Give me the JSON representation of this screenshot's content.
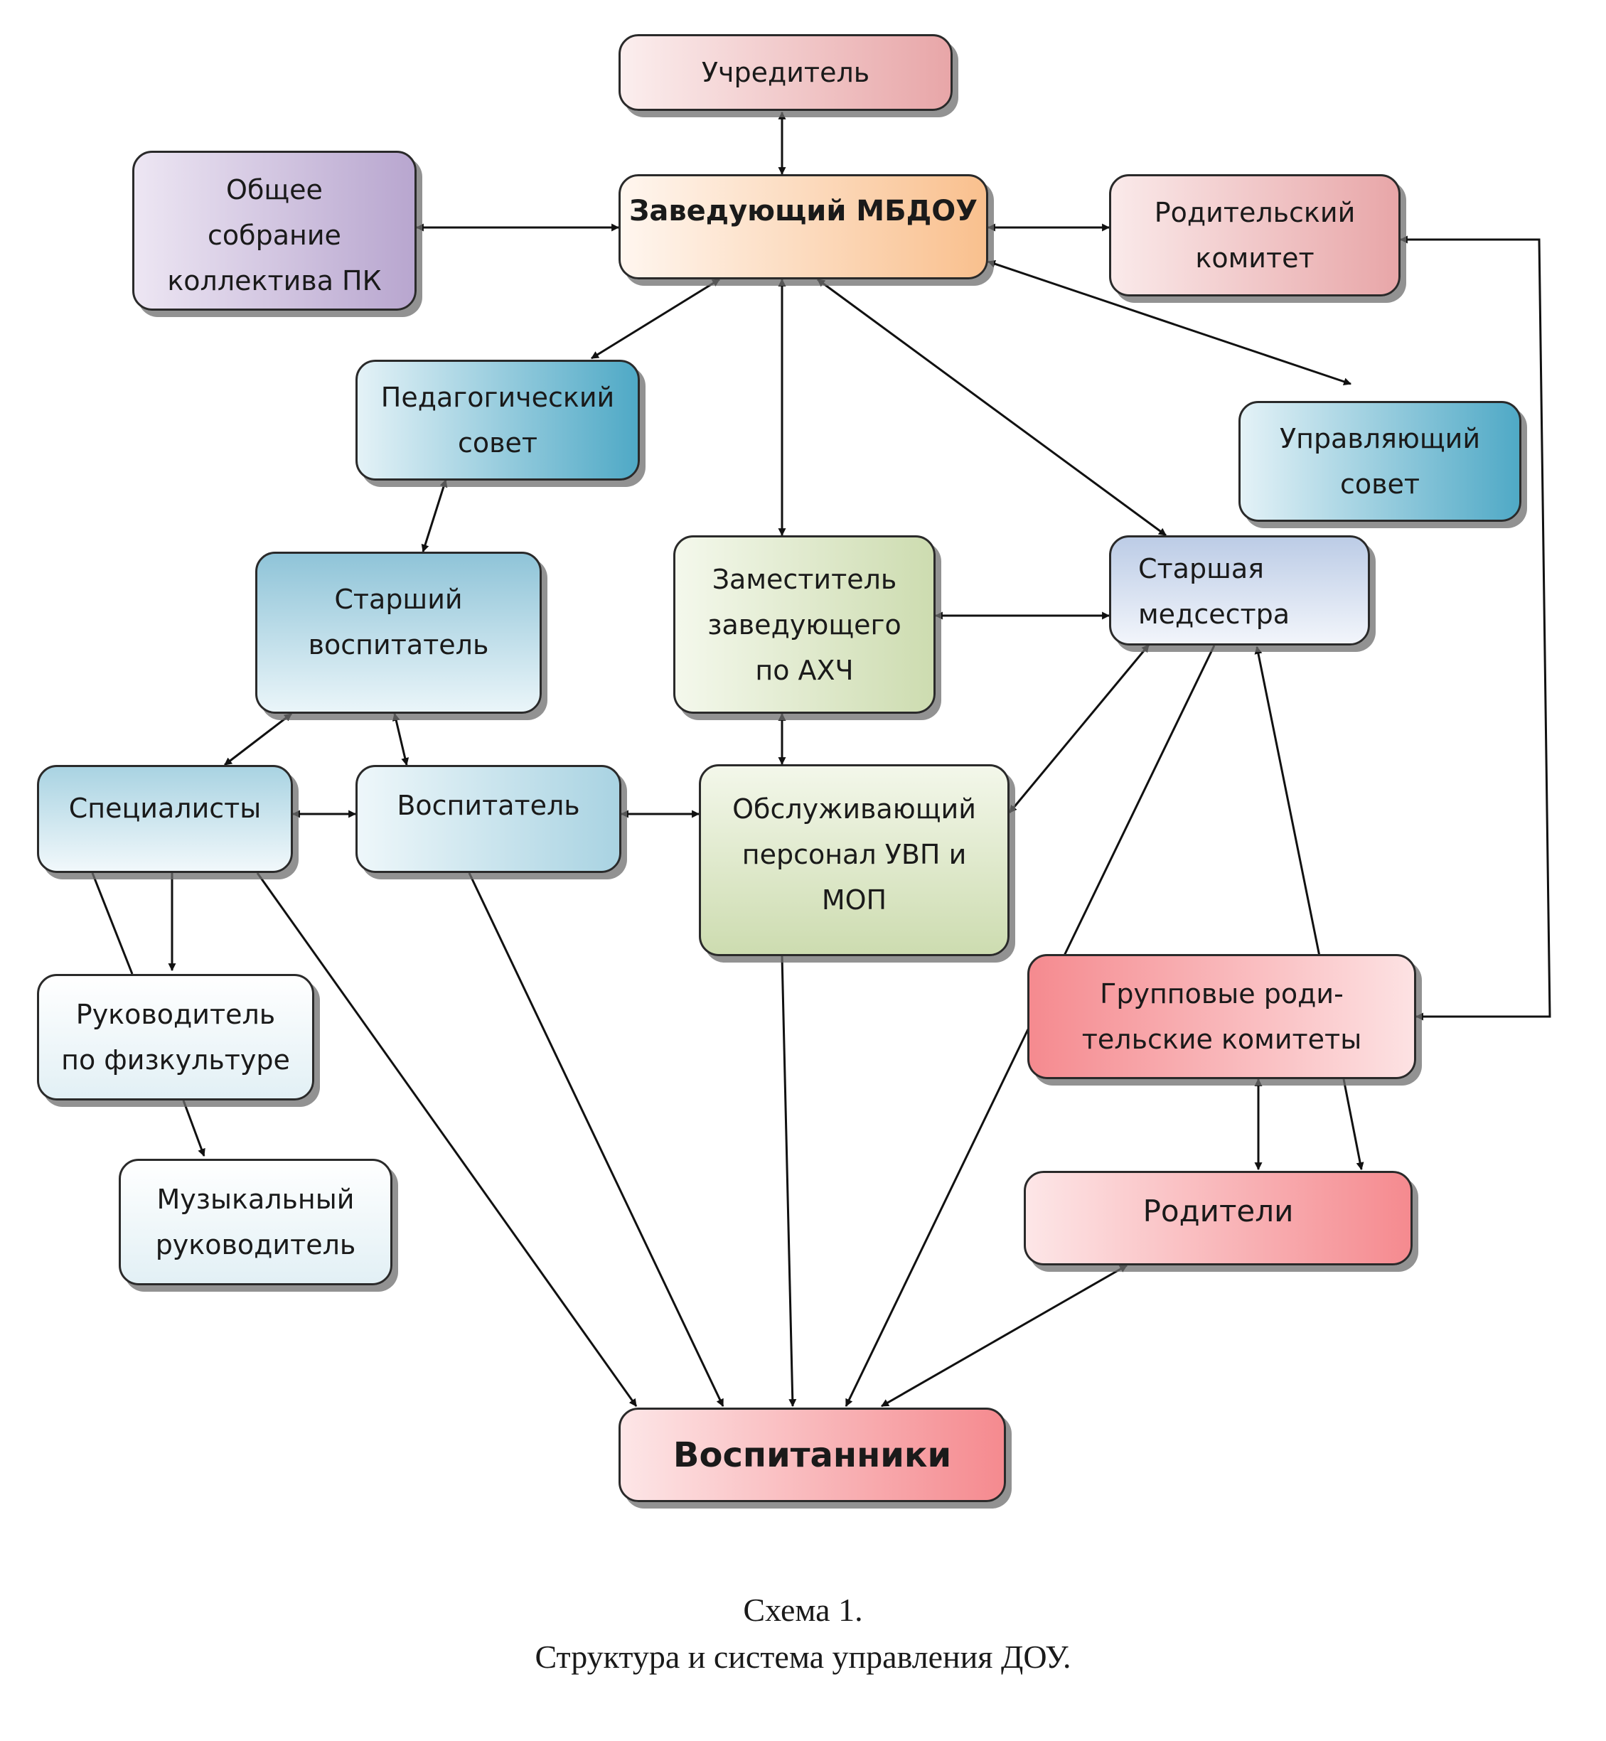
{
  "nodes": {
    "uchreditel": "Учредитель",
    "zaveduyushchiy": "Заведующий МБДОУ",
    "obshchee_sobranie": "Общее\nсобрание\nколлектива ПК",
    "roditelskiy_komitet": "Родительский\nкомитет",
    "pedagogicheskiy_sovet": "Педагогический\nсовет",
    "upravlyayushchiy_sovet": "Управляющий\nсовет",
    "starshiy_vospitatel": "Старший\nвоспитатель",
    "zamestitel": "Заместитель\nзаведующего\nпо АХЧ",
    "starshaya_medsestra": "Старшая\nмедсестра",
    "spetsialisty": "Специалисты",
    "vospitatel": "Воспитатель",
    "obsluzhivayushchiy": "Обслуживающий\nперсонал УВП и\nМОП",
    "gruppovye_komitety": "Групповые роди-\nтельские комитеты",
    "rukovoditel_fizkultury": "Руководитель\nпо физкультуре",
    "muzykalnyy_rukovoditel": "Музыкальный\nруководитель",
    "roditeli": "Родители",
    "vospitanniki": "Воспитанники"
  },
  "caption": {
    "line1": "Схема 1.",
    "line2": "Структура и система управления ДОУ."
  },
  "colors": {
    "line": "#111111",
    "pink": "#e8a6a8",
    "orange": "#f9c08e",
    "purple": "#b8a6cf",
    "teal": "#4fa9c6",
    "blue": "#8fc4d8",
    "green": "#cddcb0",
    "lavender": "#bccce6",
    "red": "#f58a8f"
  }
}
